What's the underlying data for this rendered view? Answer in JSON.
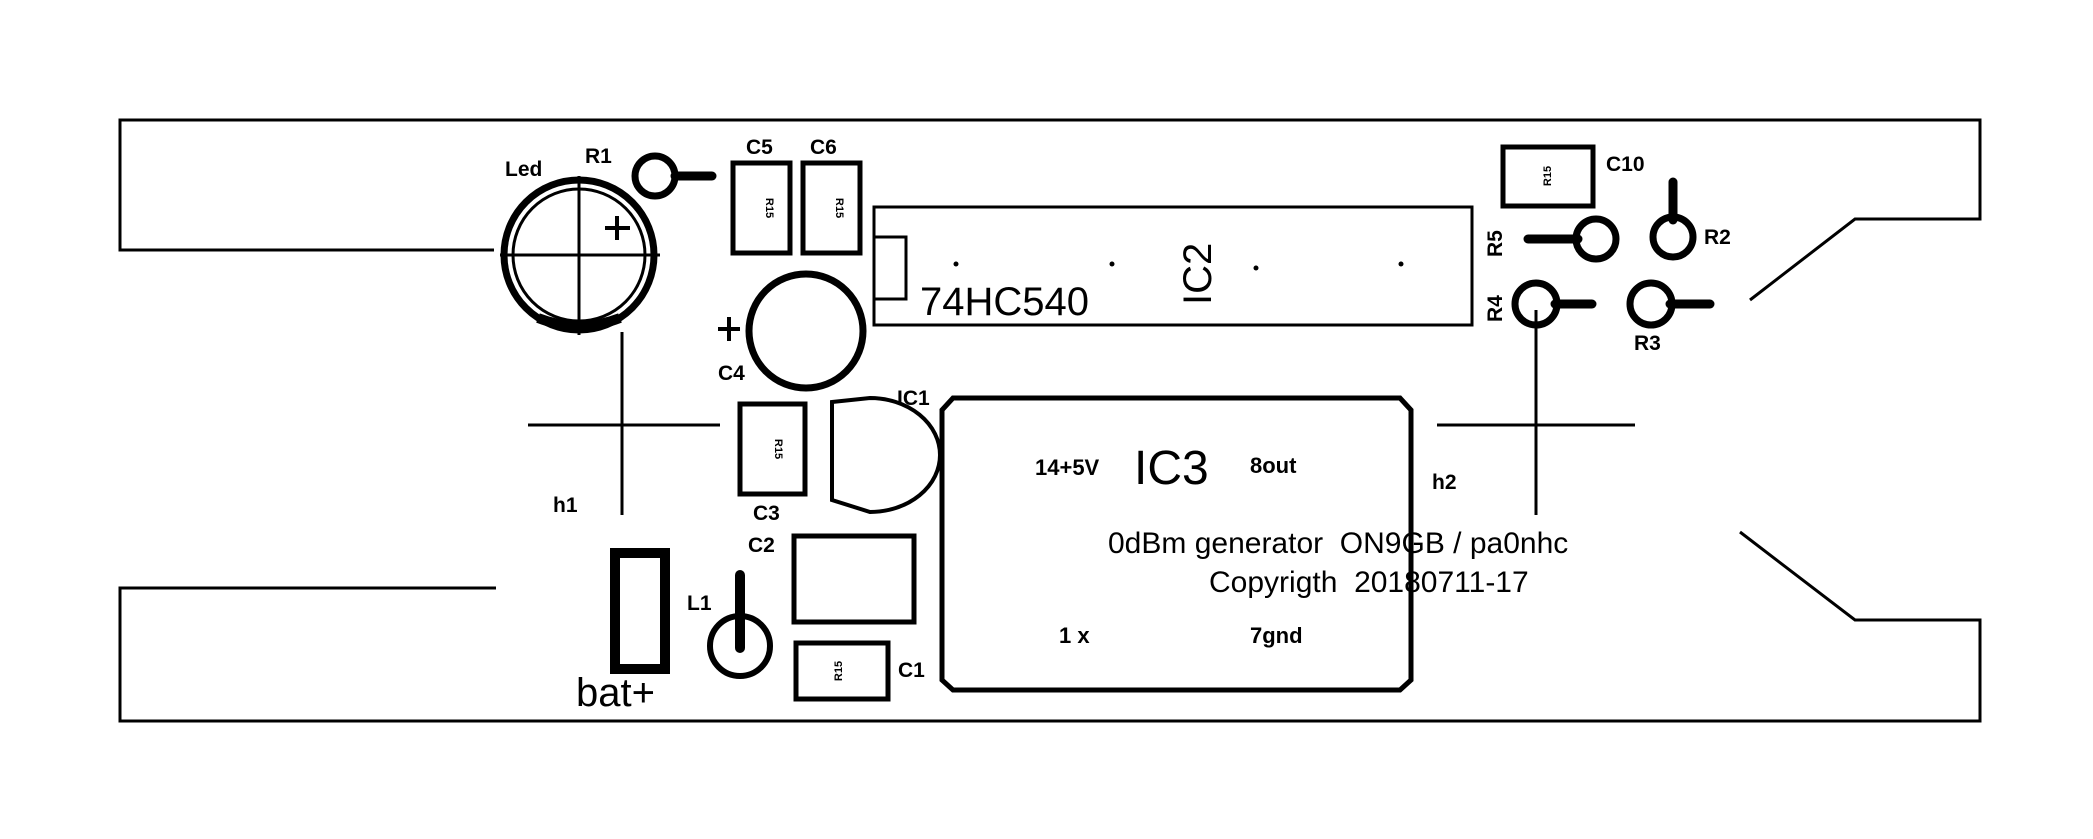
{
  "labels": {
    "led": "Led",
    "r1": "R1",
    "c5": "C5",
    "c6": "C6",
    "r15": "R15",
    "ic2_part": "74HC540",
    "ic2_ref": "IC2",
    "c4": "C4",
    "plus": "+",
    "ic1": "IC1",
    "c3": "C3",
    "h1": "h1",
    "h2": "h2",
    "c2": "C2",
    "l1": "L1",
    "c1": "C1",
    "bat": "bat+",
    "ic3_ref": "IC3",
    "ic3_pin14": "14+5V",
    "ic3_pin8": "8out",
    "ic3_pin1": "1 x",
    "ic3_pin7": "7gnd",
    "title_line1": "0dBm generator  ON9GB / pa0nhc",
    "title_line2": "Copyrigth  20180711-17",
    "c10": "C10",
    "r5": "R5",
    "r4": "R4",
    "r2": "R2",
    "r3": "R3"
  }
}
